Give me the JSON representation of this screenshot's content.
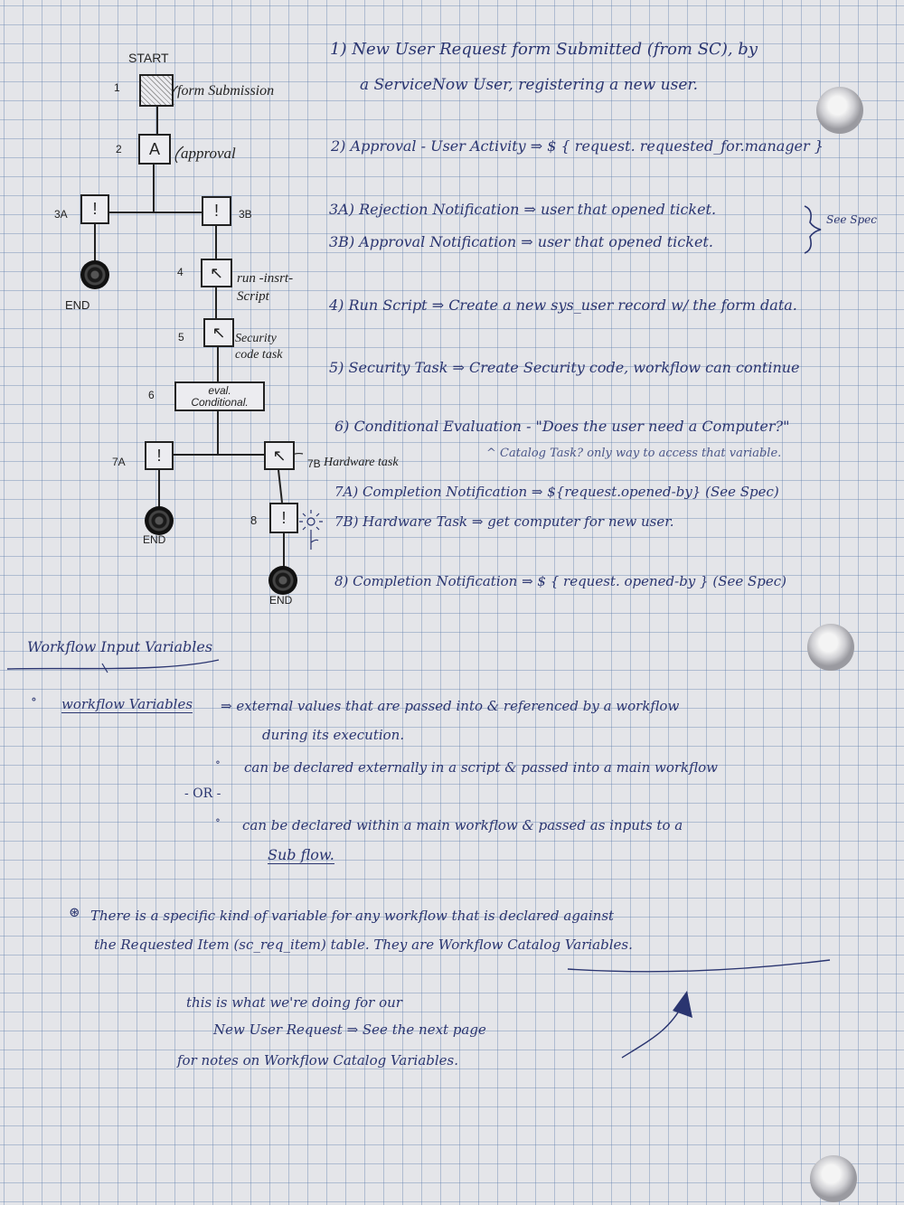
{
  "diagram": {
    "start_label": "START",
    "nodes": [
      {
        "num": "1",
        "glyph": "",
        "note": "form Submission"
      },
      {
        "num": "2",
        "glyph": "A",
        "note": "approval"
      },
      {
        "num": "3A",
        "glyph": "!",
        "note": ""
      },
      {
        "num": "3B",
        "glyph": "!",
        "note": ""
      },
      {
        "num": "4",
        "glyph": "↖",
        "note": "run -insrt-\nScript"
      },
      {
        "num": "5",
        "glyph": "↖",
        "note": "Security\ncode task"
      },
      {
        "num": "6",
        "glyph": "eval.\nConditional.",
        "note": ""
      },
      {
        "num": "7A",
        "glyph": "!",
        "note": ""
      },
      {
        "num": "7B",
        "glyph": "↖",
        "note": "Hardware task"
      },
      {
        "num": "8",
        "glyph": "!",
        "note": ""
      }
    ],
    "end_label": "END"
  },
  "steps": [
    {
      "line1": "1) New User Request form Submitted (from SC), by",
      "line2": "a ServiceNow User, registering a new user."
    },
    {
      "text": "2) Approval - User Activity ⇒ $ { request. requested_for.manager }"
    },
    {
      "text": "3A) Rejection Notification ⇒ user that opened ticket."
    },
    {
      "text": "3B) Approval Notification ⇒ user that opened ticket."
    },
    {
      "text": "See Spec"
    },
    {
      "text": "4) Run Script ⇒ Create a new sys_user record w/ the form data."
    },
    {
      "text": "5) Security Task ⇒ Create Security code, workflow can continue"
    },
    {
      "text": "6) Conditional Evaluation - \"Does the user need a Computer?\""
    },
    {
      "text": "^ Catalog Task? only way to access that variable."
    },
    {
      "text": "7A) Completion Notification ⇒ ${request.opened-by}  (See Spec)"
    },
    {
      "text": "7B) Hardware Task ⇒ get computer for new user."
    },
    {
      "text": "8) Completion Notification ⇒ $ { request. opened-by }  (See Spec)"
    }
  ],
  "notes": {
    "heading": "Workflow Input Variables",
    "bullet_term": "workflow Variables",
    "bullet_def1": "⇒ external values that are passed into & referenced by a workflow",
    "bullet_def2": "during its execution.",
    "sub1": "can be declared externally in a script & passed into a main workflow",
    "or": "- OR -",
    "sub2": "can be declared within a main workflow & passed as inputs to a",
    "sub2b": "Sub flow.",
    "star1": "There is a specific kind of variable for any workflow that is declared against",
    "star2": "the Requested Item (sc_req_item) table. They are Workflow Catalog Variables.",
    "foot1": "this is what we're doing for our",
    "foot2": "New User Request ⇒  See the next page",
    "foot3": "for notes on Workflow Catalog Variables."
  }
}
